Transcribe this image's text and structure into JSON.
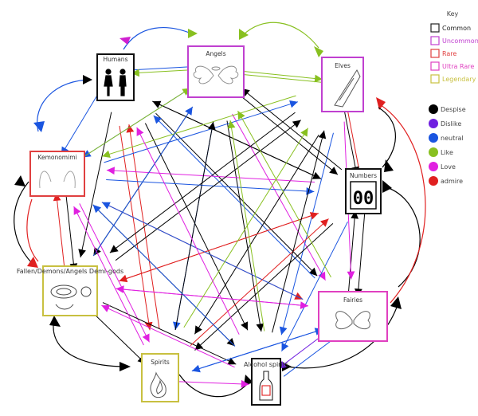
{
  "nodes": [
    {
      "id": "humans",
      "label": "Humans",
      "rarity": "common",
      "icon": "people-icon"
    },
    {
      "id": "angels",
      "label": "Angels",
      "rarity": "uncommon",
      "icon": "wings-icon"
    },
    {
      "id": "elves",
      "label": "Elves",
      "rarity": "uncommon",
      "icon": "ear-icon"
    },
    {
      "id": "kemonomimi",
      "label": "Kemonomimi",
      "rarity": "rare",
      "icon": "animal-ears-icon"
    },
    {
      "id": "numbers",
      "label": "Numbers",
      "rarity": "common",
      "icon": "number-display-icon",
      "display": "00"
    },
    {
      "id": "demigods",
      "label": "Fallen/Demons/Angels Demi-gods",
      "rarity": "legendary",
      "icon": "halo-icon"
    },
    {
      "id": "fairies",
      "label": "Fairies",
      "rarity": "ultra_rare",
      "icon": "butterfly-wings-icon"
    },
    {
      "id": "spirits",
      "label": "Spirits",
      "rarity": "legendary",
      "icon": "flame-icon"
    },
    {
      "id": "alcohol",
      "label": "Alcohol spirits",
      "rarity": "common",
      "icon": "bottle-icon"
    }
  ],
  "rarity_key": {
    "title": "Key",
    "items": [
      {
        "id": "common",
        "label": "Common",
        "color": "#222222"
      },
      {
        "id": "uncommon",
        "label": "Uncommon",
        "color": "#c040d0"
      },
      {
        "id": "rare",
        "label": "Rare",
        "color": "#e04040"
      },
      {
        "id": "ultra_rare",
        "label": "Ultra Rare",
        "color": "#e040c0"
      },
      {
        "id": "legendary",
        "label": "Legendary",
        "color": "#c8c040"
      }
    ]
  },
  "relation_key": {
    "items": [
      {
        "id": "despise",
        "label": "Despise",
        "color": "#000000"
      },
      {
        "id": "dislike",
        "label": "Dislike",
        "color": "#7020e0"
      },
      {
        "id": "neutral",
        "label": "neutral",
        "color": "#1a55e0"
      },
      {
        "id": "like",
        "label": "Like",
        "color": "#88c020"
      },
      {
        "id": "love",
        "label": "Love",
        "color": "#e020e0"
      },
      {
        "id": "admire",
        "label": "admire",
        "color": "#e02020"
      }
    ]
  },
  "edges": [
    {
      "from": "humans",
      "to": "angels",
      "type": "neutral"
    },
    {
      "from": "angels",
      "to": "elves",
      "type": "like"
    },
    {
      "from": "elves",
      "to": "angels",
      "type": "like"
    },
    {
      "from": "angels",
      "to": "humans",
      "type": "like"
    },
    {
      "from": "humans",
      "to": "kemonomimi",
      "type": "neutral"
    },
    {
      "from": "kemonomimi",
      "to": "demigods",
      "type": "despise"
    },
    {
      "from": "demigods",
      "to": "kemonomimi",
      "type": "admire"
    },
    {
      "from": "demigods",
      "to": "spirits",
      "type": "despise"
    },
    {
      "from": "spirits",
      "to": "alcohol",
      "type": "love"
    },
    {
      "from": "alcohol",
      "to": "fairies",
      "type": "neutral"
    },
    {
      "from": "fairies",
      "to": "numbers",
      "type": "despise"
    },
    {
      "from": "numbers",
      "to": "fairies",
      "type": "despise"
    },
    {
      "from": "numbers",
      "to": "elves",
      "type": "admire"
    },
    {
      "from": "elves",
      "to": "numbers",
      "type": "despise"
    },
    {
      "from": "humans",
      "to": "numbers",
      "type": "despise"
    },
    {
      "from": "numbers",
      "to": "humans",
      "type": "despise"
    },
    {
      "from": "humans",
      "to": "fairies",
      "type": "despise"
    },
    {
      "from": "fairies",
      "to": "humans",
      "type": "neutral"
    },
    {
      "from": "humans",
      "to": "spirits",
      "type": "admire"
    },
    {
      "from": "spirits",
      "to": "humans",
      "type": "admire"
    },
    {
      "from": "humans",
      "to": "alcohol",
      "type": "despise"
    },
    {
      "from": "humans",
      "to": "demigods",
      "type": "despise"
    },
    {
      "from": "angels",
      "to": "kemonomimi",
      "type": "neutral"
    },
    {
      "from": "angels",
      "to": "numbers",
      "type": "despise"
    },
    {
      "from": "angels",
      "to": "fairies",
      "type": "love"
    },
    {
      "from": "angels",
      "to": "spirits",
      "type": "neutral"
    },
    {
      "from": "angels",
      "to": "alcohol",
      "type": "despise"
    },
    {
      "from": "angels",
      "to": "demigods",
      "type": "despise"
    },
    {
      "from": "elves",
      "to": "kemonomimi",
      "type": "like"
    },
    {
      "from": "elves",
      "to": "demigods",
      "type": "despise"
    },
    {
      "from": "elves",
      "to": "spirits",
      "type": "despise"
    },
    {
      "from": "elves",
      "to": "alcohol",
      "type": "neutral"
    },
    {
      "from": "elves",
      "to": "fairies",
      "type": "love"
    },
    {
      "from": "kemonomimi",
      "to": "numbers",
      "type": "neutral"
    },
    {
      "from": "kemonomimi",
      "to": "fairies",
      "type": "admire"
    },
    {
      "from": "kemonomimi",
      "to": "spirits",
      "type": "love"
    },
    {
      "from": "kemonomimi",
      "to": "alcohol",
      "type": "despise"
    },
    {
      "from": "kemonomimi",
      "to": "angels",
      "type": "like"
    },
    {
      "from": "kemonomimi",
      "to": "elves",
      "type": "neutral"
    },
    {
      "from": "numbers",
      "to": "kemonomimi",
      "type": "love"
    },
    {
      "from": "numbers",
      "to": "demigods",
      "type": "admire"
    },
    {
      "from": "numbers",
      "to": "spirits",
      "type": "despise"
    },
    {
      "from": "numbers",
      "to": "alcohol",
      "type": "neutral"
    },
    {
      "from": "numbers",
      "to": "angels",
      "type": "despise"
    },
    {
      "from": "demigods",
      "to": "numbers",
      "type": "admire"
    },
    {
      "from": "demigods",
      "to": "fairies",
      "type": "love"
    },
    {
      "from": "demigods",
      "to": "alcohol",
      "type": "despise"
    },
    {
      "from": "demigods",
      "to": "angels",
      "type": "neutral"
    },
    {
      "from": "demigods",
      "to": "elves",
      "type": "despise"
    },
    {
      "from": "fairies",
      "to": "demigods",
      "type": "love"
    },
    {
      "from": "fairies",
      "to": "kemonomimi",
      "type": "neutral"
    },
    {
      "from": "fairies",
      "to": "spirits",
      "type": "neutral"
    },
    {
      "from": "fairies",
      "to": "angels",
      "type": "like"
    },
    {
      "from": "fairies",
      "to": "alcohol",
      "type": "dislike"
    },
    {
      "from": "spirits",
      "to": "angels",
      "type": "despise"
    },
    {
      "from": "spirits",
      "to": "elves",
      "type": "like"
    },
    {
      "from": "spirits",
      "to": "numbers",
      "type": "admire"
    },
    {
      "from": "spirits",
      "to": "kemonomimi",
      "type": "love"
    },
    {
      "from": "spirits",
      "to": "fairies",
      "type": "neutral"
    },
    {
      "from": "alcohol",
      "to": "angels",
      "type": "like"
    },
    {
      "from": "alcohol",
      "to": "elves",
      "type": "despise"
    },
    {
      "from": "alcohol",
      "to": "humans",
      "type": "love"
    },
    {
      "from": "alcohol",
      "to": "demigods",
      "type": "love"
    },
    {
      "from": "alcohol",
      "to": "kemonomimi",
      "type": "neutral"
    }
  ]
}
